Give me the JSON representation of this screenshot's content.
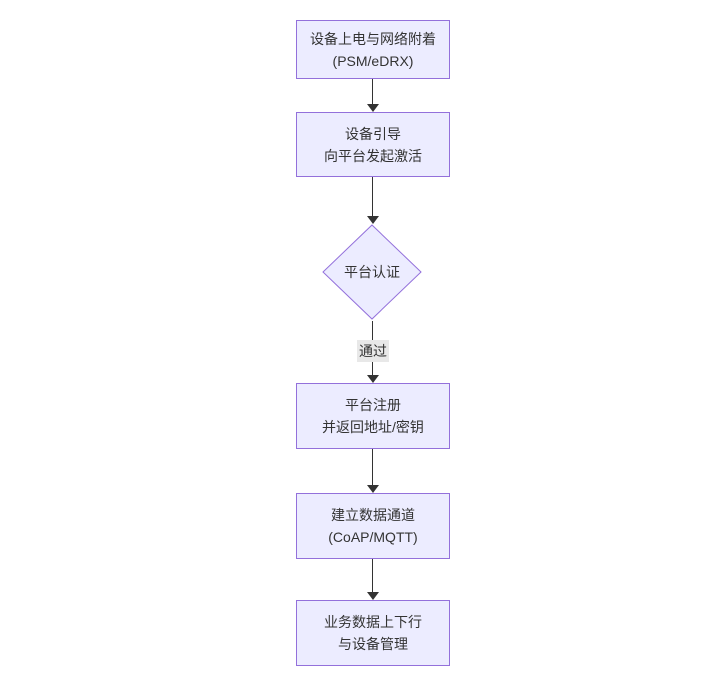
{
  "diagram": {
    "type": "flowchart",
    "direction": "top-down",
    "colors": {
      "background": "#ffffff",
      "node_fill": "#ECECFF",
      "node_border": "#9370DB",
      "text": "#333333",
      "edge": "#333333",
      "edge_label_bg": "#e8e8e8"
    },
    "nodes": [
      {
        "id": "power-attach",
        "shape": "rect",
        "lines": [
          "设备上电与网络附着",
          "(PSM/eDRX)"
        ]
      },
      {
        "id": "bootstrap",
        "shape": "rect",
        "lines": [
          "设备引导",
          "向平台发起激活"
        ]
      },
      {
        "id": "platform-auth",
        "shape": "diamond",
        "lines": [
          "平台认证"
        ]
      },
      {
        "id": "platform-register",
        "shape": "rect",
        "lines": [
          "平台注册",
          "并返回地址/密钥"
        ]
      },
      {
        "id": "data-channel",
        "shape": "rect",
        "lines": [
          "建立数据通道",
          "(CoAP/MQTT)"
        ]
      },
      {
        "id": "business-data",
        "shape": "rect",
        "lines": [
          "业务数据上下行",
          "与设备管理"
        ]
      }
    ],
    "edges": [
      {
        "from": "power-attach",
        "to": "bootstrap",
        "label": ""
      },
      {
        "from": "bootstrap",
        "to": "platform-auth",
        "label": ""
      },
      {
        "from": "platform-auth",
        "to": "platform-register",
        "label": "通过"
      },
      {
        "from": "platform-register",
        "to": "data-channel",
        "label": ""
      },
      {
        "from": "data-channel",
        "to": "business-data",
        "label": ""
      }
    ]
  }
}
